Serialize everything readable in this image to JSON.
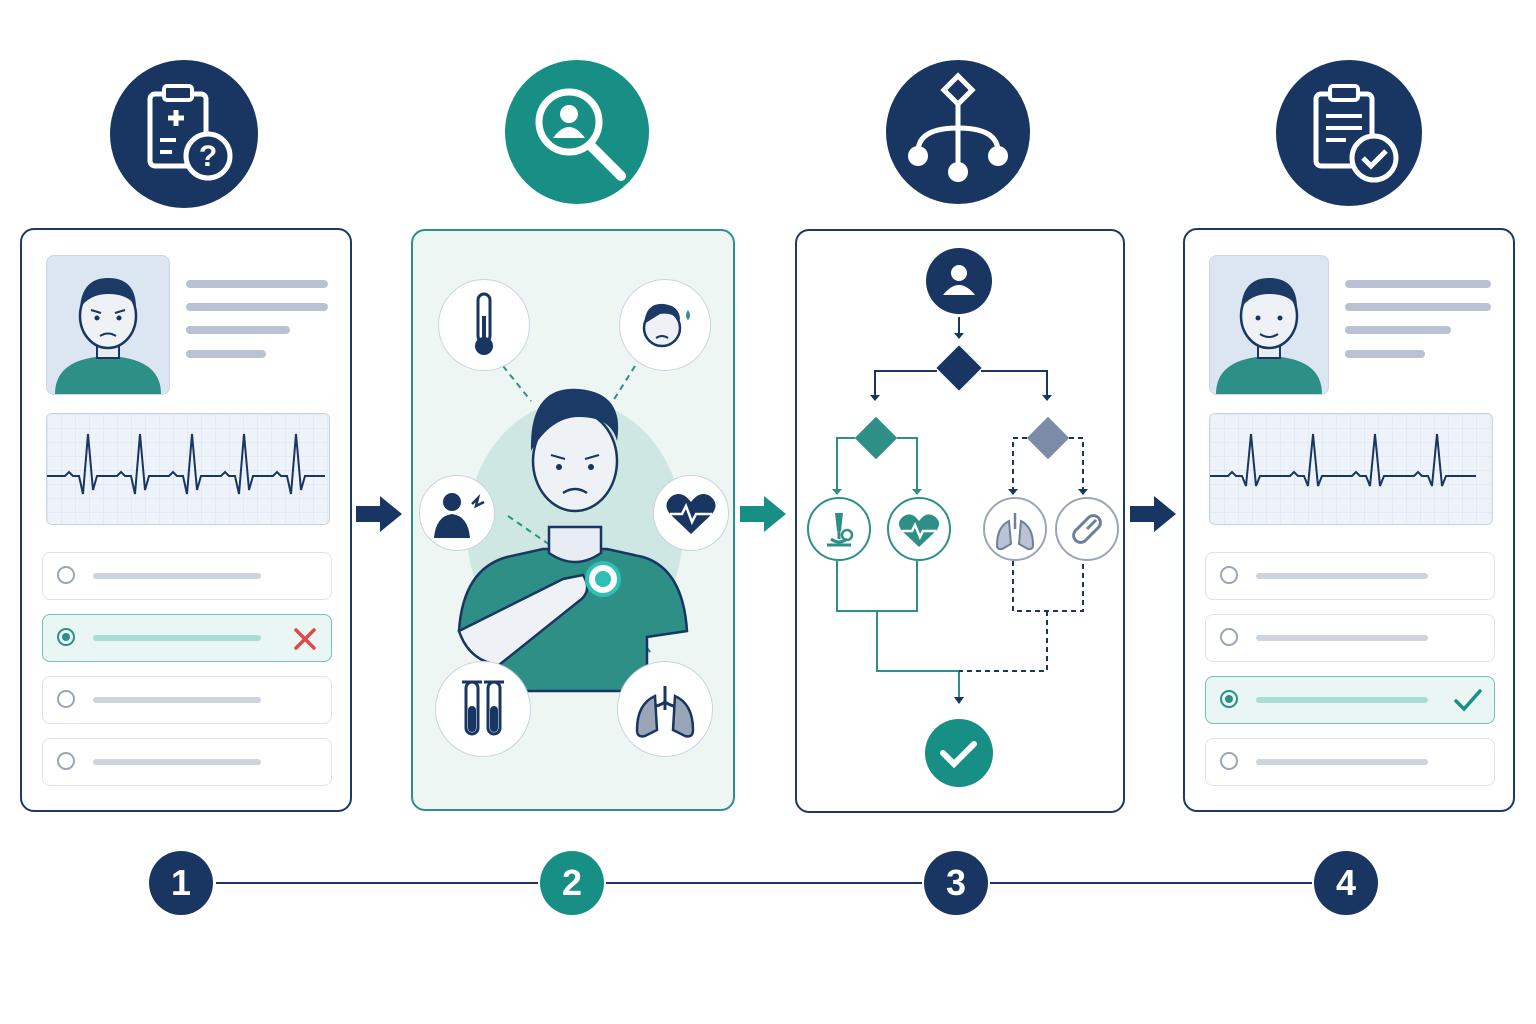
{
  "colors": {
    "navy": "#183661",
    "teal": "#188f84",
    "light_teal": "#e9f6f3",
    "error_red": "#e0474c"
  },
  "steps": [
    {
      "number": "1",
      "icon": "clipboard-question-icon"
    },
    {
      "number": "2",
      "icon": "search-person-icon"
    },
    {
      "number": "3",
      "icon": "decision-tree-icon"
    },
    {
      "number": "4",
      "icon": "clipboard-check-icon"
    }
  ],
  "panel1": {
    "selected_option": 2,
    "result": "incorrect"
  },
  "panel2": {
    "findings": [
      "thermometer-icon",
      "sweating-face-icon",
      "chest-pain-icon",
      "heart-rate-icon",
      "blood-tubes-icon",
      "lungs-icon"
    ]
  },
  "panel3": {
    "branches": [
      "microscope-icon",
      "heart-rate-icon",
      "lungs-icon",
      "pill-icon"
    ]
  },
  "panel4": {
    "selected_option": 3,
    "result": "correct"
  }
}
